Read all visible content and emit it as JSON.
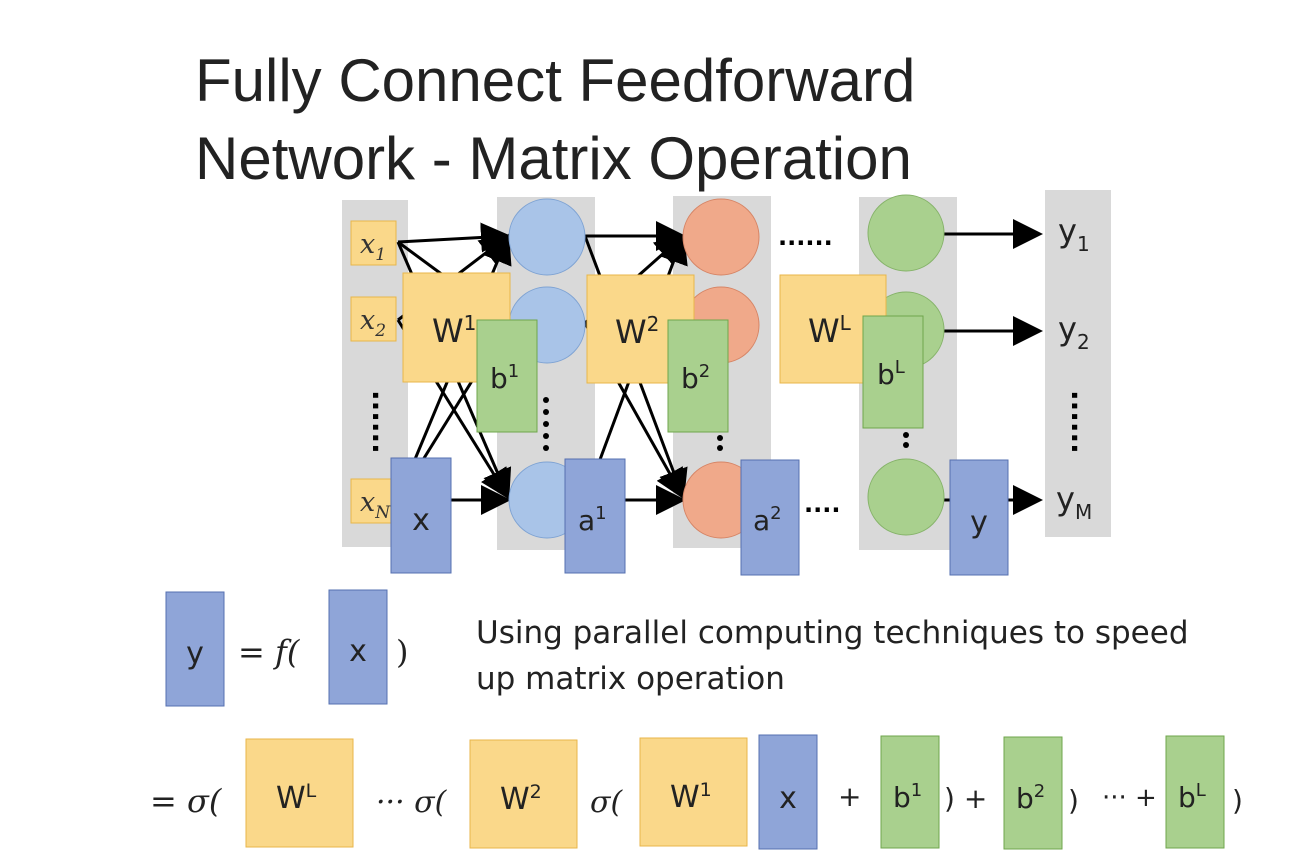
{
  "title": {
    "line1": "Fully Connect Feedforward",
    "line2": "Network - Matrix Operation"
  },
  "network": {
    "inputs": [
      "x",
      "x",
      "x"
    ],
    "input_subscripts": [
      "1",
      "2",
      "N"
    ],
    "outputs": [
      "y",
      "y",
      "y"
    ],
    "output_subscripts": [
      "1",
      "2",
      "M"
    ],
    "dots": "......",
    "vdots": "......",
    "weight_base": "W",
    "bias_base": "b",
    "superscripts": [
      "1",
      "2",
      "L"
    ],
    "vec_x": "x",
    "vec_a1_base": "a",
    "vec_a1_sup": "1",
    "vec_a2_base": "a",
    "vec_a2_sup": "2",
    "vec_y": "y",
    "dots_bottom": "...."
  },
  "equation1": {
    "y": "y",
    "eq": "= f(",
    "x": "x",
    "close": ")"
  },
  "note": {
    "line1": "Using parallel computing techniques to speed",
    "line2": "up matrix operation"
  },
  "equation2": {
    "eq_sigma": "= σ(",
    "ellipsis_sigma": "··· σ(",
    "sigma": "σ(",
    "x": "x",
    "plus": "+",
    "close_plus": ") +",
    "close": ")",
    "ellipsis_plus": "··· +",
    "close_final": ")"
  },
  "colors": {
    "weight": "#fad88a",
    "weight_border": "#e8b64a",
    "bias": "#a9d08e",
    "bias_border": "#6fa64c",
    "vector": "#8fa5d8",
    "vector_border": "#5670b0",
    "layer1": "#a9c4e8",
    "layer2": "#f0a98a",
    "layerL": "#a9d08e",
    "column": "#d9d9d9"
  }
}
